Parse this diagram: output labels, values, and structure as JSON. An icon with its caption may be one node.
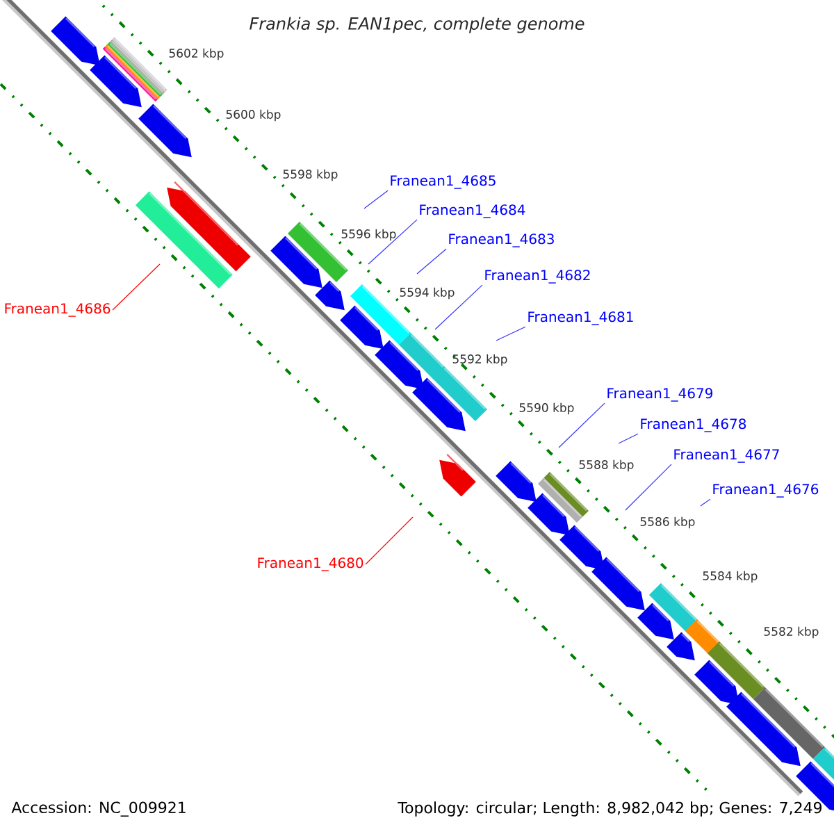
{
  "diagram": {
    "title": "Frankia sp. EAN1pec, complete genome",
    "nodes": [
      {
        "text": [
          "Franean1_4685"
        ]
      },
      {
        "text": [
          "Franean1_4684"
        ]
      },
      {
        "text": [
          "Franean1_4683"
        ]
      },
      {
        "text": [
          "Franean1_4682"
        ]
      },
      {
        "text": [
          "Franean1_4686"
        ]
      },
      {
        "text": [
          "Franean1_4681"
        ]
      },
      {
        "text": [
          "Franean1_4679"
        ]
      },
      {
        "text": [
          "Franean1_4678"
        ]
      },
      {
        "text": [
          "Franean1_4677"
        ]
      },
      {
        "text": [
          "Franean1_4676"
        ]
      },
      {
        "text": [
          "Franean1_4680"
        ]
      }
    ],
    "edges": [
      {
        "from": 0,
        "to": null,
        "arrow": "none"
      },
      {
        "from": 1,
        "to": null,
        "arrow": "none"
      },
      {
        "from": 2,
        "to": null,
        "arrow": "none"
      },
      {
        "from": 3,
        "to": null,
        "arrow": "none"
      },
      {
        "from": 4,
        "to": null,
        "arrow": "none",
        "color": "#ff0000"
      },
      {
        "from": 5,
        "to": null,
        "arrow": "none"
      },
      {
        "from": 6,
        "to": null,
        "arrow": "none"
      },
      {
        "from": 7,
        "to": null,
        "arrow": "none"
      },
      {
        "from": 8,
        "to": null,
        "arrow": "none"
      },
      {
        "from": 9,
        "to": null,
        "arrow": "none"
      },
      {
        "from": 10,
        "to": null,
        "arrow": "none",
        "color": "#ff0000"
      }
    ],
    "labels": [
      "5602 kbp",
      "5600 kbp",
      "5598 kbp",
      "5596 kbp",
      "5594 kbp",
      "5592 kbp",
      "5590 kbp",
      "5588 kbp",
      "5586 kbp",
      "5584 kbp",
      "5582 kbp",
      "Accession: NC_009921",
      "Topology: circular; Length: 8,982,042 bp; Genes: 7,249"
    ]
  }
}
